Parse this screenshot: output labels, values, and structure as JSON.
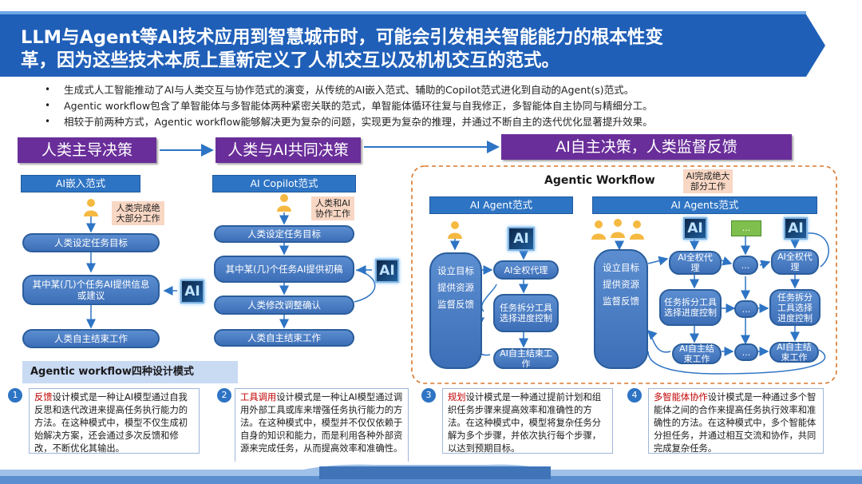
{
  "title": {
    "line1": "LLM与Agent等AI技术应用到智慧城市时，可能会引发相关智能能力的根本性变",
    "line2": "革，因为这些技术本质上重新定义了人机交互以及机机交互的范式。"
  },
  "bullets": [
    "生成式人工智能推动了AI与人类交互与协作范式的演变，从传统的AI嵌入范式、辅助的Copilot范式进化到自动的Agent(s)范式。",
    "Agentic workflow包含了单智能体与多智能体两种紧密关联的范式，单智能体循环往复与自我修正，多智能体自主协同与精细分工。",
    "相较于前两种方式，Agentic workflow能够解决更为复杂的问题，实现更为复杂的推理，并通过不断自主的迭代优化显著提升效果。"
  ],
  "phases": {
    "p1": "人类主导决策",
    "p2": "人类与AI共同决策",
    "p3": "AI自主决策，人类监督反馈"
  },
  "embed": {
    "header": "AI嵌入范式",
    "note": "人类完成绝大部分工作",
    "steps": [
      "人类设定任务目标",
      "其中某(几)个任务AI提供信息或建议",
      "人类自主结束工作"
    ]
  },
  "copilot": {
    "header": "AI Copilot范式",
    "note": "人类和AI协作工作",
    "steps": [
      "人类设定任务目标",
      "其中某(几)个任务AI提供初稿",
      "人类修改调整确认",
      "人类自主结束工作"
    ]
  },
  "agentic": {
    "label": "Agentic Workflow",
    "note": "AI完成绝大部分工作",
    "single": {
      "header": "AI Agent范式",
      "human": [
        "设立目标",
        "提供资源",
        "监督反馈"
      ],
      "nodes": [
        "AI全权代理",
        "任务拆分工具选择进度控制",
        "AI自主结束工作"
      ]
    },
    "multi": {
      "header": "AI Agents范式",
      "human": [
        "设立目标",
        "提供资源",
        "监督反馈"
      ],
      "proxy": "AI全权代理",
      "task": "任务拆分工具选择进度控制",
      "finish": "AI自主结束工作",
      "ellipsis": "..."
    },
    "ai_label": "AI"
  },
  "patterns": {
    "title": "Agentic workflow四种设计模式",
    "items": [
      {
        "num": "1",
        "key": "反馈",
        "text": "设计模式是一种让AI模型通过自我反思和迭代改进来提高任务执行能力的方法。在这种模式中，模型不仅生成初始解决方案，还会通过多次反馈和修改，不断优化其输出。"
      },
      {
        "num": "2",
        "key": "工具调用",
        "text": "设计模式是一种让AI模型通过调用外部工具或库来增强任务执行能力的方法。在这种模式中，模型并不仅仅依赖于自身的知识和能力，而是利用各种外部资源来完成任务，从而提高效率和准确性。"
      },
      {
        "num": "3",
        "key": "规划",
        "text": "设计模式是一种通过提前计划和组织任务步骤来提高效率和准确性的方法。在这种模式中，模型将复杂任务分解为多个步骤，并依次执行每个步骤，以达到预期目标。"
      },
      {
        "num": "4",
        "key": "多智能体协作",
        "text": "设计模式是一种通过多个智能体之间的合作来提高任务执行效率和准确性的方法。在这种模式中，多个智能体分担任务，并通过相互交流和协作，共同完成复杂任务。"
      }
    ]
  },
  "colors": {
    "header_blue": "#1f5fb8",
    "phase_purple": "#6a2e9a",
    "node_blue": "#3d6fb8",
    "note_peach": "#f8d7c4",
    "highlight_red": "#c00000"
  }
}
